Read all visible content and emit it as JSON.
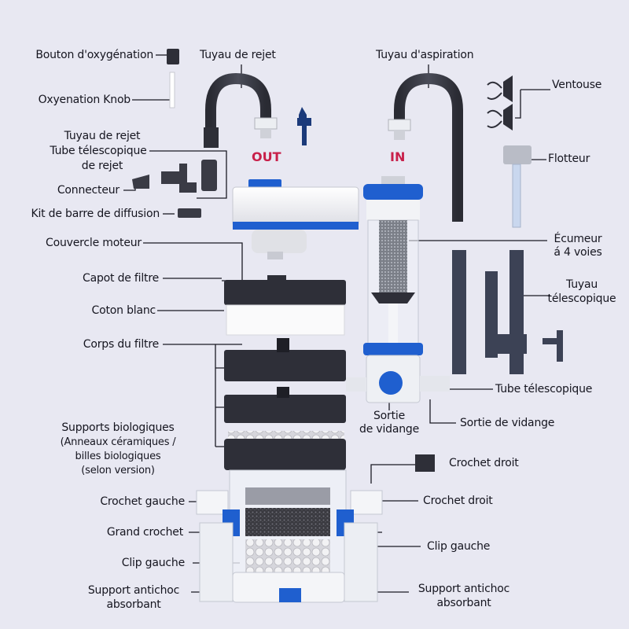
{
  "diagram": {
    "title": "Filtre externe pour aquarium — vue éclatée",
    "flow_labels": {
      "out": "OUT",
      "in": "IN"
    },
    "colors": {
      "background": "#e8e8f2",
      "accent_blue": "#1f5fcf",
      "dark_plastic": "#2e2f38",
      "hose": "#3a3c46",
      "flow_red": "#c8204a",
      "white_plastic": "#f4f5f8"
    },
    "labels_left": [
      "Bouton d'oxygénation",
      "Oxyenation Knob",
      "Tuyau de rejet",
      "Tube télescopique",
      "de rejet",
      "Connecteur",
      "Kit de barre de diffusion",
      "Couvercle moteur",
      "Capot de filtre",
      "Coton blanc",
      "Corps du filtre",
      "Crochet gauche",
      "Grand crochet",
      "Clip gauche",
      "Support antichoc",
      "absorbant"
    ],
    "labels_top": [
      "Tuyau de rejet",
      "Tuyau d'aspiration"
    ],
    "labels_right": [
      "Ventouse",
      "Flotteur",
      "Écumeur",
      "á 4 voies",
      "Tuyau",
      "télescopique",
      "Tube télescopique",
      "Sortie de vidange",
      "Crochet droit",
      "Crochet droit",
      "Clip gauche",
      "Support antichoc",
      "absorbant"
    ],
    "label_center": [
      "Sortie",
      "de vidange"
    ],
    "bio_media": {
      "lines": [
        "Supports biologiques",
        "(Anneaux céramiques /",
        "billes biologiques",
        "(selon version)"
      ],
      "ball_colors": [
        "#f0c81e",
        "#d81e2a",
        "#d8d8de",
        "#c9c9d0",
        "#141418",
        "#1f4fc8",
        "#8a8a8a"
      ]
    }
  }
}
